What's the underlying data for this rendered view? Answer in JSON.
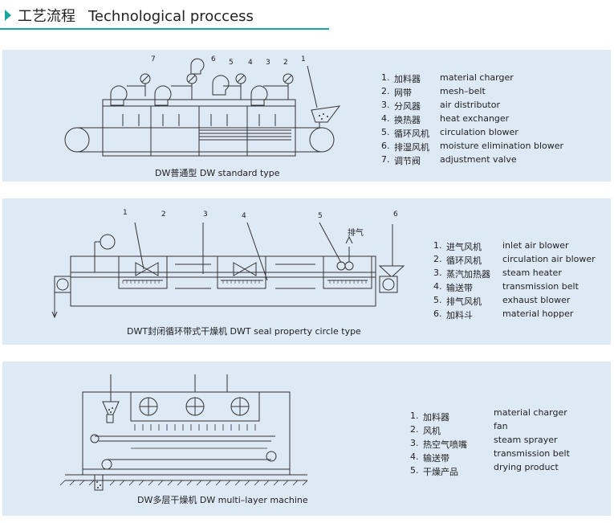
{
  "header": {
    "title_cn": "工艺流程",
    "title_en": "Technological proccess"
  },
  "panel1": {
    "caption": "DW普通型 DW standard type",
    "callouts": [
      "7",
      "6",
      "5",
      "4",
      "3",
      "2",
      "1"
    ],
    "legend": [
      {
        "num": "1.",
        "cn": "加料器",
        "en": "material charger"
      },
      {
        "num": "2.",
        "cn": "网带",
        "en": "mesh–belt"
      },
      {
        "num": "3.",
        "cn": "分风器",
        "en": "air distributor"
      },
      {
        "num": "4.",
        "cn": "换热器",
        "en": "heat exchanger"
      },
      {
        "num": "5.",
        "cn": "循环风机",
        "en": "circulation blower"
      },
      {
        "num": "6.",
        "cn": "排湿风机",
        "en": "moisture elimination blower"
      },
      {
        "num": "7.",
        "cn": "调节阀",
        "en": "adjustment valve"
      }
    ]
  },
  "panel2": {
    "caption": "DWT封闭循环带式干燥机 DWT seal property circle type",
    "exhaust_label": "排气",
    "callouts": [
      "1",
      "2",
      "3",
      "4",
      "5",
      "6"
    ],
    "legend": [
      {
        "num": "1.",
        "cn": "进气风机",
        "en": "inlet air blower"
      },
      {
        "num": "2.",
        "cn": "循环风机",
        "en": "circulation air blower"
      },
      {
        "num": "3.",
        "cn": "蒸汽加热器",
        "en": "steam heater"
      },
      {
        "num": "4.",
        "cn": "输送带",
        "en": "transmission belt"
      },
      {
        "num": "5.",
        "cn": "排气风机",
        "en": "exhaust blower"
      },
      {
        "num": "6.",
        "cn": "加料斗",
        "en": "material hopper"
      }
    ]
  },
  "panel3": {
    "caption": "DW多层干燥机 DW multi–layer machine",
    "legend": [
      {
        "num": "1.",
        "cn": "加料器",
        "en": "material charger"
      },
      {
        "num": "2.",
        "cn": "风机",
        "en": "fan"
      },
      {
        "num": "3.",
        "cn": "热空气喷嘴",
        "en": "steam sprayer"
      },
      {
        "num": "4.",
        "cn": "输送带",
        "en": "transmission belt"
      },
      {
        "num": "5.",
        "cn": "干燥产品",
        "en": "drying product"
      }
    ]
  },
  "colors": {
    "accent": "#1aa5a0",
    "panel_bg": "#dde9f5",
    "line": "#333333"
  }
}
